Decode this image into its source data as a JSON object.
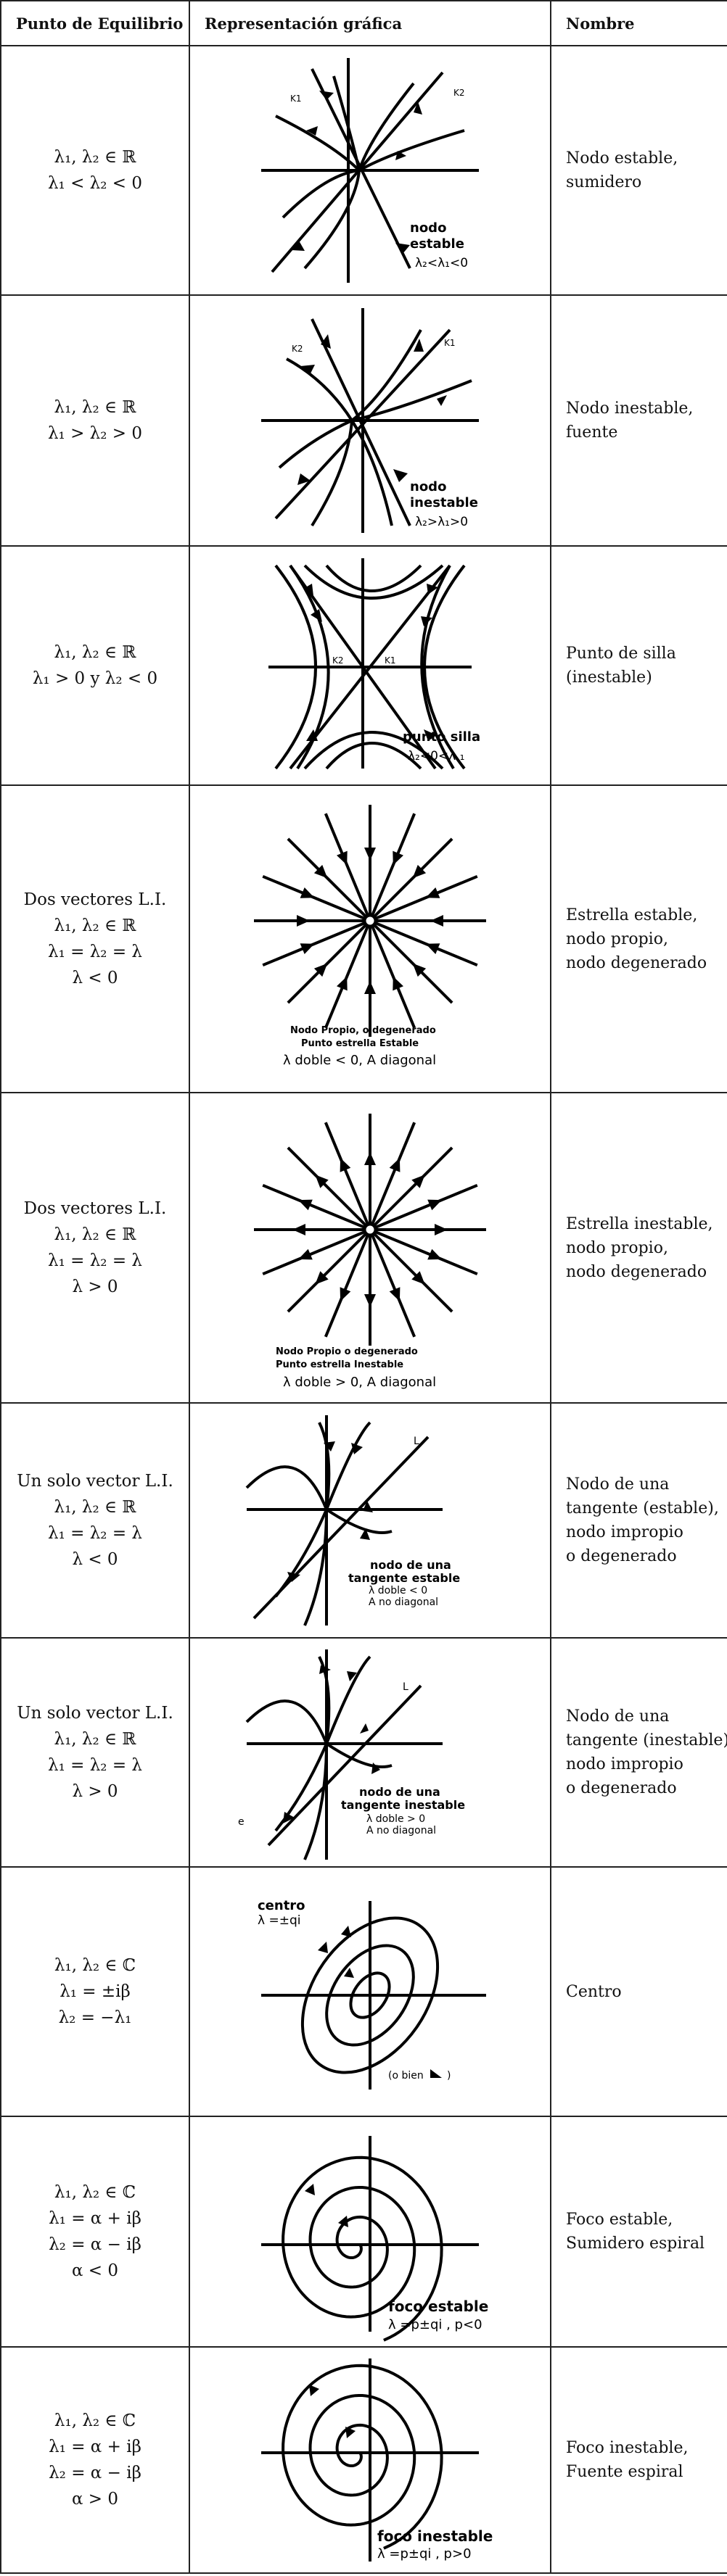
{
  "headers": [
    "Punto de Equilibrio",
    "Representación gráfica",
    "Nombre"
  ],
  "rows": [
    {
      "conditions": [
        "λ₁, λ₂ ∈ ℝ",
        "λ₁ < λ₂ < 0"
      ],
      "figure_labels": [
        "K1",
        "K2",
        "nodo",
        "estable",
        "λ₂<λ₁<0"
      ],
      "name_lines": [
        "Nodo estable,",
        "sumidero"
      ]
    },
    {
      "conditions": [
        "λ₁, λ₂ ∈ ℝ",
        "λ₁ > λ₂ > 0"
      ],
      "figure_labels": [
        "K2",
        "K1",
        "nodo",
        "inestable",
        "λ₂>λ₁>0"
      ],
      "name_lines": [
        "Nodo inestable,",
        "fuente"
      ]
    },
    {
      "conditions": [
        "λ₁, λ₂ ∈ ℝ",
        "λ₁ > 0  y  λ₂ < 0"
      ],
      "figure_labels": [
        "K2",
        "K1",
        "punto  silla",
        "λ₂<0<λ ₁"
      ],
      "name_lines": [
        "Punto de silla",
        "(inestable)"
      ]
    },
    {
      "conditions": [
        "Dos vectores L.I.",
        "λ₁, λ₂ ∈ ℝ",
        "λ₁ = λ₂ = λ",
        "λ < 0"
      ],
      "figure_labels": [
        "Nodo Propio, o degenerado",
        "Punto estrella Estable",
        "λ  doble < 0, A diagonal"
      ],
      "name_lines": [
        "Estrella estable,",
        "nodo propio,",
        "nodo degenerado"
      ]
    },
    {
      "conditions": [
        "Dos vectores L.I.",
        "λ₁, λ₂ ∈ ℝ",
        "λ₁ = λ₂ = λ",
        "λ > 0"
      ],
      "figure_labels": [
        "Nodo Propio o degenerado",
        "Punto estrella Inestable",
        "λ  doble > 0, A diagonal"
      ],
      "name_lines": [
        "Estrella inestable,",
        "nodo propio,",
        "nodo degenerado"
      ]
    },
    {
      "conditions": [
        "Un solo vector L.I.",
        "λ₁, λ₂ ∈ ℝ",
        "λ₁ = λ₂ = λ",
        "λ < 0"
      ],
      "figure_labels": [
        "L",
        "nodo de una",
        "tangente  estable",
        "λ  doble < 0",
        "A no diagonal"
      ],
      "name_lines": [
        "Nodo de una",
        "tangente (estable),",
        "nodo impropio",
        "o degenerado"
      ]
    },
    {
      "conditions": [
        "Un solo vector L.I.",
        "λ₁, λ₂ ∈ ℝ",
        "λ₁ = λ₂ = λ",
        "λ > 0"
      ],
      "figure_labels": [
        "L",
        "e",
        "nodo de una",
        "tangente  inestable",
        "λ  doble > 0",
        "A no diagonal"
      ],
      "name_lines": [
        "Nodo de una",
        "tangente (inestable),",
        "nodo impropio",
        "o degenerado"
      ]
    },
    {
      "conditions": [
        "λ₁, λ₂ ∈ ℂ",
        "λ₁ = ±iβ",
        "λ₂ = −λ₁"
      ],
      "figure_labels": [
        "centro",
        "λ =±qi",
        "(o bien",
        ")"
      ],
      "name_lines": [
        "Centro"
      ]
    },
    {
      "conditions": [
        "λ₁, λ₂ ∈ ℂ",
        "λ₁ = α + iβ",
        "λ₂ = α − iβ",
        "α < 0"
      ],
      "figure_labels": [
        "foco  estable",
        "λ =p±qi  , p<0"
      ],
      "name_lines": [
        "Foco estable,",
        "Sumidero espiral"
      ]
    },
    {
      "conditions": [
        "λ₁, λ₂ ∈ ℂ",
        "λ₁ = α + iβ",
        "λ₂ = α − iβ",
        "α > 0"
      ],
      "figure_labels": [
        "foco  inestable",
        "λ =p±qi  , p>0"
      ],
      "name_lines": [
        "Foco inestable,",
        "Fuente espiral"
      ]
    }
  ]
}
